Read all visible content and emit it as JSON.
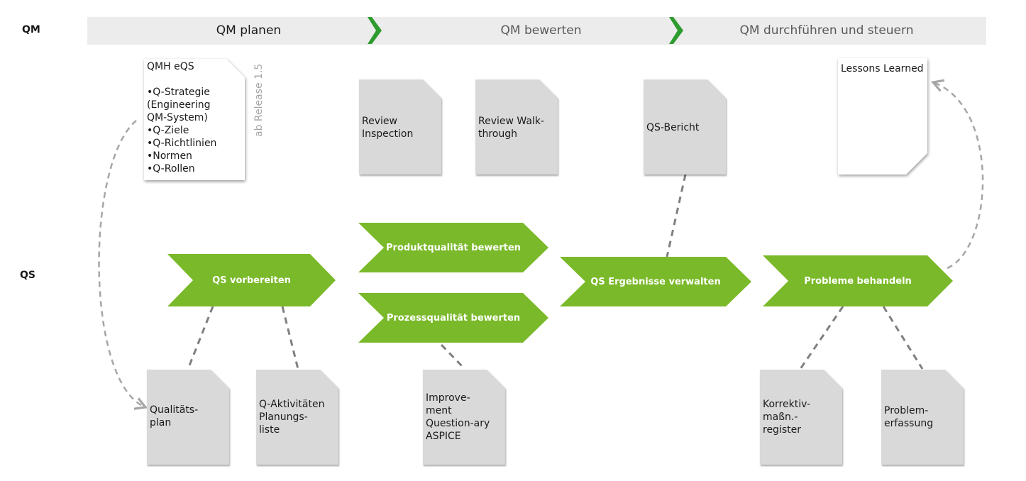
{
  "lanes": {
    "qm": "QM",
    "qs": "QS"
  },
  "phases": [
    "QM planen",
    "QM bewerten",
    "QM durchführen und steuern"
  ],
  "colors": {
    "accent_green": "#7ab929",
    "phase_bar": "#ececec",
    "doc_gray": "#d9d9d9",
    "dashed_line": "#808080",
    "dashed_arrow": "#a6a6a6"
  },
  "qm_docs": {
    "qmh": "QMH eQS\n\n•Q-Strategie\n  (Engineering\n  QM-System)\n•Q-Ziele\n•Q-Richtlinien\n•Normen\n•Q-Rollen",
    "release_note": "ab Release 1.5",
    "review_inspection": "Review\nInspection",
    "review_walkthrough": "Review Walk-\nthrough",
    "qs_bericht": "QS-Bericht",
    "lessons_learned": "Lessons Learned"
  },
  "processes": {
    "qs_vorbereiten": "QS vorbereiten",
    "produktqualitaet": "Produktqualität bewerten",
    "prozessqualitaet": "Prozessqualität bewerten",
    "qs_ergebnisse": "QS Ergebnisse verwalten",
    "probleme": "Probleme behandeln"
  },
  "qs_docs": {
    "qualitaetsplan": "Qualitäts-\nplan",
    "q_aktivitaeten": "Q-Aktivitäten\nPlanungs-\nliste",
    "improvement": "Improve-\nment\nQuestion-ary\nASPICE",
    "korrektiv": "Korrektiv-\nmaßn.-\nregister",
    "problemerfassung": "Problem-\nerfassung"
  }
}
